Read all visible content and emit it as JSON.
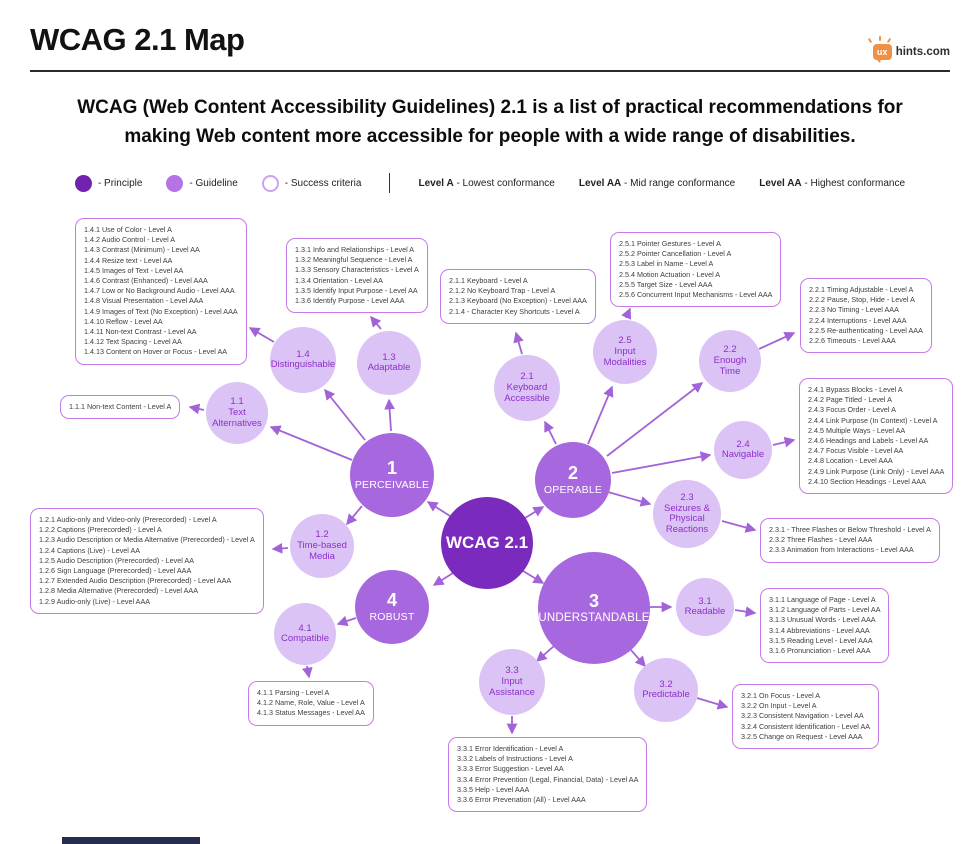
{
  "header": {
    "title": "WCAG 2.1 Map",
    "logo_badge": "ux",
    "logo_text": "hints.com",
    "logo_color": "#f09044"
  },
  "intro": "WCAG (Web Content Accessibility Guidelines) 2.1 is a list of practical recommendations for making Web content more accessible for people with a wide range of disabilities.",
  "legend": {
    "principle": "- Principle",
    "guideline": "- Guideline",
    "success": "- Success criteria",
    "levels": [
      {
        "bold": "Level A",
        "text": " - Lowest conformance"
      },
      {
        "bold": "Level AA",
        "text": " - Mid range conformance"
      },
      {
        "bold": "Level AA",
        "text": " - Highest conformance"
      }
    ]
  },
  "colors": {
    "center_node": "#7a2abd",
    "principle_node": "#a767de",
    "guideline_node": "#dcc3f5",
    "guideline_text": "#8d2fc9",
    "arrow": "#a263d8",
    "box_border": "#c57ae8"
  },
  "center": {
    "label": "WCAG 2.1"
  },
  "principles": {
    "p1": {
      "num": "1",
      "name": "PERCEIVABLE"
    },
    "p2": {
      "num": "2",
      "name": "OPERABLE"
    },
    "p3": {
      "num": "3",
      "name": "UNDERSTANDABLE"
    },
    "p4": {
      "num": "4",
      "name": "ROBUST"
    }
  },
  "guidelines": {
    "g11": {
      "id": "1.1",
      "name": "Text Alternatives"
    },
    "g12": {
      "id": "1.2",
      "name": "Time-based Media"
    },
    "g13": {
      "id": "1.3",
      "name": "Adaptable"
    },
    "g14": {
      "id": "1.4",
      "name": "Distinguishable"
    },
    "g21": {
      "id": "2.1",
      "name": "Keyboard Accessible"
    },
    "g22": {
      "id": "2.2",
      "name": "Enough Time"
    },
    "g23": {
      "id": "2.3",
      "name": "Seizures & Physical Reactions"
    },
    "g24": {
      "id": "2.4",
      "name": "Navigable"
    },
    "g25": {
      "id": "2.5",
      "name": "Input Modalities"
    },
    "g31": {
      "id": "3.1",
      "name": "Readable"
    },
    "g32": {
      "id": "3.2",
      "name": "Predictable"
    },
    "g33": {
      "id": "3.3",
      "name": "Input Assistance"
    },
    "g41": {
      "id": "4.1",
      "name": "Compatible"
    }
  },
  "boxes": {
    "b11": [
      "1.1.1 Non-text Content - Level A"
    ],
    "b12": [
      "1.2.1 Audio-only and Video-only (Prerecorded) - Level A",
      "1.2.2 Captions (Prerecorded) - Level A",
      "1.2.3 Audio Description or Media Alternative (Prerecorded) - Level A",
      "1.2.4 Captions (Live) - Level AA",
      "1.2.5 Audio Description (Prerecorded) - Level AA",
      "1.2.6 Sign Language (Prerecorded) - Level AAA",
      "1.2.7 Extended Audio Description (Prerecorded) - Level AAA",
      "1.2.8 Media Alternative (Prerecorded) - Level AAA",
      "1.2.9 Audio-only (Live) - Level AAA"
    ],
    "b13": [
      "1.3.1 Info and Relationships - Level A",
      "1.3.2 Meaningful Sequence - Level A",
      "1.3.3 Sensory Characteristics - Level A",
      "1.3.4 Orientation - Level AA",
      "1.3.5 Identify Input Purpose - Level AA",
      "1.3.6 Identify Purpose - Level AAA"
    ],
    "b14": [
      "1.4.1 Use of Color - Level A",
      "1.4.2 Audio Control - Level A",
      "1.4.3 Contrast (Minimum) - Level AA",
      "1.4.4 Resize text - Level AA",
      "1.4.5 Images of Text - Level AA",
      "1.4.6 Contrast (Enhanced) - Level AAA",
      "1.4.7 Low or No Background Audio - Level AAA",
      "1.4.8 Visual Presentation - Level AAA",
      "1.4.9 Images of Text (No Exception) - Level AAA",
      "1.4.10 Reflow - Level AA",
      "1.4.11 Non-text Contrast - Level AA",
      "1.4.12 Text Spacing - Level AA",
      "1.4.13 Content on Hover or Focus - Level AA"
    ],
    "b21": [
      "2.1.1 Keyboard - Level A",
      "2.1.2 No Keyboard Trap - Level A",
      "2.1.3 Keyboard (No Exception) - Level AAA",
      "2.1.4 - Character Key Shortcuts - Level A"
    ],
    "b22": [
      "2.2.1 Timing Adjustable - Level A",
      "2.2.2 Pause, Stop, Hide - Level A",
      "2.2.3 No Timing - Level AAA",
      "2.2.4 Interruptions - Level AAA",
      "2.2.5 Re-authenticating - Level AAA",
      "2.2.6 Timeouts - Level AAA"
    ],
    "b23": [
      "2.3.1 - Three Flashes or Below Threshold - Level A",
      "2.3.2 Three Flashes - Level AAA",
      "2.3.3 Animation from Interactions - Level AAA"
    ],
    "b24": [
      "2.4.1 Bypass Blocks - Level A",
      "2.4.2 Page Titled - Level A",
      "2.4.3 Focus Order - Level A",
      "2.4.4 Link Purpose (In Context) - Level A",
      "2.4.5 Multiple Ways - Level AA",
      "2.4.6 Headings and Labels - Level AA",
      "2.4.7 Focus Visible - Level AA",
      "2.4.8 Location - Level AAA",
      "2.4.9 Link Purpose (Link Only) - Level AAA",
      "2.4.10 Section Headings - Level AAA"
    ],
    "b25": [
      "2.5.1 Pointer Gestures - Level A",
      "2.5.2 Pointer Cancellation - Level A",
      "2.5.3 Label in Name - Level A",
      "2.5.4 Motion Actuation - Level A",
      "2.5.5 Target Size - Level AAA",
      "2.5.6 Concurrent Input Mechanisms - Level AAA"
    ],
    "b31": [
      "3.1.1 Language of Page - Level A",
      "3.1.2 Language of Parts - Level AA",
      "3.1.3 Unusual Words - Level AAA",
      "3.1.4 Abbreviations - Level AAA",
      "3.1.5 Reading Level - Level AAA",
      "3.1.6 Pronunciation - Level AAA"
    ],
    "b32": [
      "3.2.1 On Focus - Level A",
      "3.2.2 On Input - Level A",
      "3.2.3 Consistent Navigation - Level AA",
      "3.2.4 Consistent Identification - Level AA",
      "3.2.5 Change on Request - Level AAA"
    ],
    "b33": [
      "3.3.1 Error Identification - Level A",
      "3.3.2 Labels of Instructions - Level A",
      "3.3.3 Error Suggestion - Level AA",
      "3.3.4 Error Prevention (Legal, Financial, Data) - Level AA",
      "3.3.5 Help - Level AAA",
      "3.3.6 Error Prevenation (All) - Level AAA"
    ],
    "b41": [
      "4.1.1 Parsing - Level A",
      "4.1.2 Name, Role, Value - Level A",
      "4.1.3 Status Messages - Level AA"
    ]
  }
}
